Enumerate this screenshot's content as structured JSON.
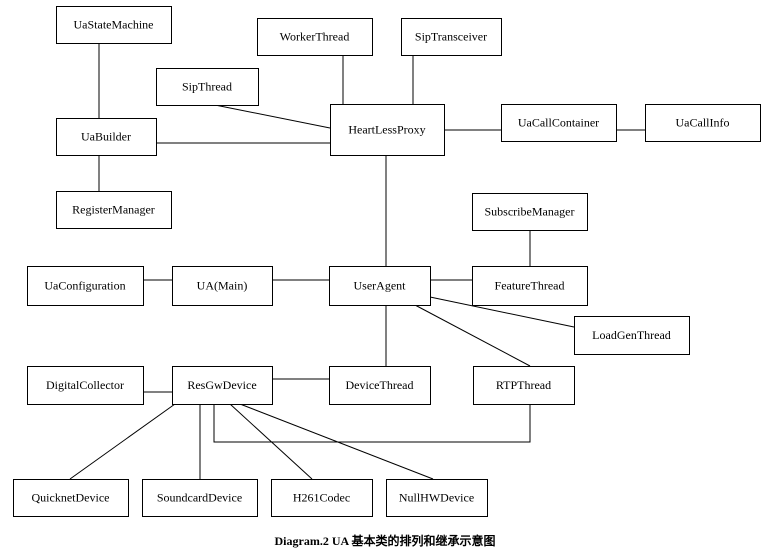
{
  "diagram": {
    "nodes": [
      {
        "id": "UaStateMachine",
        "label": "UaStateMachine"
      },
      {
        "id": "WorkerThread",
        "label": "WorkerThread"
      },
      {
        "id": "SipTransceiver",
        "label": "SipTransceiver"
      },
      {
        "id": "SipThread",
        "label": "SipThread"
      },
      {
        "id": "UaBuilder",
        "label": "UaBuilder"
      },
      {
        "id": "HeartLessProxy",
        "label": "HeartLessProxy"
      },
      {
        "id": "UaCallContainer",
        "label": "UaCallContainer"
      },
      {
        "id": "UaCallInfo",
        "label": "UaCallInfo"
      },
      {
        "id": "RegisterManager",
        "label": "RegisterManager"
      },
      {
        "id": "SubscribeManager",
        "label": "SubscribeManager"
      },
      {
        "id": "UaConfiguration",
        "label": "UaConfiguration"
      },
      {
        "id": "UAMain",
        "label": "UA(Main)"
      },
      {
        "id": "UserAgent",
        "label": "UserAgent"
      },
      {
        "id": "FeatureThread",
        "label": "FeatureThread"
      },
      {
        "id": "LoadGenThread",
        "label": "LoadGenThread"
      },
      {
        "id": "DigitalCollector",
        "label": "DigitalCollector"
      },
      {
        "id": "ResGwDevice",
        "label": "ResGwDevice"
      },
      {
        "id": "DeviceThread",
        "label": "DeviceThread"
      },
      {
        "id": "RTPThread",
        "label": "RTPThread"
      },
      {
        "id": "QuicknetDevice",
        "label": "QuicknetDevice"
      },
      {
        "id": "SoundcardDevice",
        "label": "SoundcardDevice"
      },
      {
        "id": "H261Codec",
        "label": "H261Codec"
      },
      {
        "id": "NullHWDevice",
        "label": "NullHWDevice"
      }
    ],
    "edges": [
      {
        "from": "UaStateMachine",
        "to": "UaBuilder"
      },
      {
        "from": "UaBuilder",
        "to": "RegisterManager"
      },
      {
        "from": "UaBuilder",
        "to": "HeartLessProxy"
      },
      {
        "from": "WorkerThread",
        "to": "HeartLessProxy"
      },
      {
        "from": "SipTransceiver",
        "to": "HeartLessProxy"
      },
      {
        "from": "SipThread",
        "to": "HeartLessProxy"
      },
      {
        "from": "HeartLessProxy",
        "to": "UaCallContainer"
      },
      {
        "from": "UaCallContainer",
        "to": "UaCallInfo"
      },
      {
        "from": "HeartLessProxy",
        "to": "UserAgent"
      },
      {
        "from": "SubscribeManager",
        "to": "FeatureThread"
      },
      {
        "from": "UaConfiguration",
        "to": "UAMain"
      },
      {
        "from": "UAMain",
        "to": "UserAgent"
      },
      {
        "from": "UserAgent",
        "to": "FeatureThread"
      },
      {
        "from": "UserAgent",
        "to": "LoadGenThread"
      },
      {
        "from": "UserAgent",
        "to": "DeviceThread"
      },
      {
        "from": "UserAgent",
        "to": "RTPThread"
      },
      {
        "from": "DigitalCollector",
        "to": "ResGwDevice"
      },
      {
        "from": "ResGwDevice",
        "to": "DeviceThread"
      },
      {
        "from": "ResGwDevice",
        "to": "RTPThread"
      },
      {
        "from": "ResGwDevice",
        "to": "QuicknetDevice"
      },
      {
        "from": "ResGwDevice",
        "to": "SoundcardDevice"
      },
      {
        "from": "ResGwDevice",
        "to": "H261Codec"
      },
      {
        "from": "ResGwDevice",
        "to": "NullHWDevice"
      }
    ],
    "caption": "Diagram.2 UA 基本类的排列和继承示意图"
  }
}
